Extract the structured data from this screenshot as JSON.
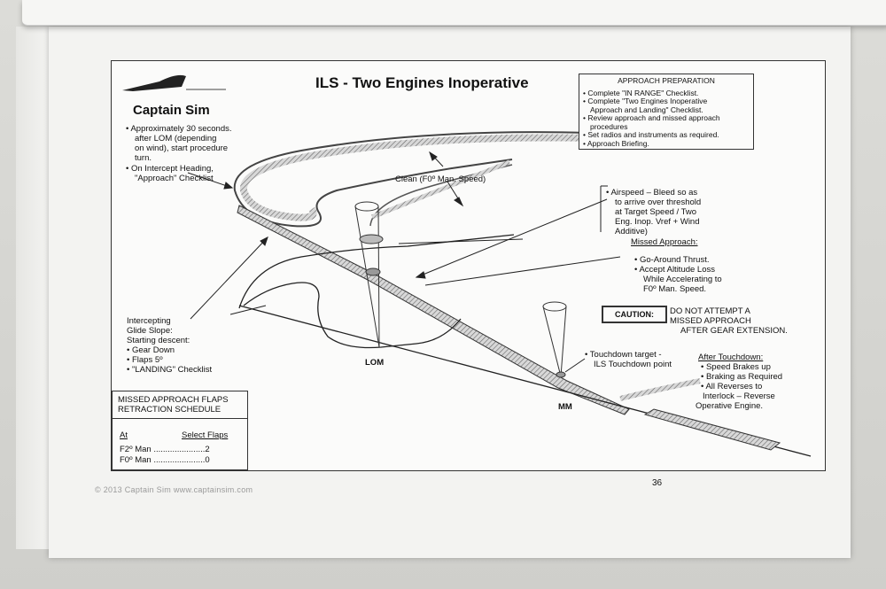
{
  "title": "ILS - Two Engines Inoperative",
  "brand": "Captain Sim",
  "approach_preparation": {
    "header": "APPROACH PREPARATION",
    "items": [
      "Complete \"IN RANGE\" Checklist.",
      "Complete \"Two Engines Inoperative",
      "Approach and Landing\" Checklist.",
      "Review approach and missed approach",
      "procedures",
      "Set radios and instruments as required.",
      "Approach Briefing."
    ]
  },
  "notes": {
    "procedure_turn": [
      "Approximately 30 seconds.",
      "after LOM (depending",
      "on wind), start procedure",
      "turn."
    ],
    "intercept_heading": [
      "On Intercept Heading,",
      "\"Approach\" Checklist"
    ],
    "clean": "Clean (F0º Man. Speed)",
    "airspeed": [
      "Airspeed – Bleed so as",
      "to arrive over threshold",
      "at Target Speed / Two",
      "Eng. Inop. Vref + Wind",
      "Additive)"
    ],
    "missed_approach_title": "Missed Approach:",
    "missed_approach_items": [
      "Go-Around Thrust.",
      "Accept Altitude Loss",
      "While Accelerating to",
      "F0º Man. Speed."
    ],
    "caution_label": "CAUTION:",
    "caution_text": [
      "DO NOT ATTEMPT A",
      "MISSED APPROACH",
      "AFTER GEAR EXTENSION."
    ],
    "glide_slope": [
      "Intercepting",
      "Glide Slope:",
      "Starting descent:"
    ],
    "glide_slope_items": [
      "Gear Down",
      "Flaps 5º",
      "\"LANDING\" Checklist"
    ],
    "touchdown_target": [
      "Touchdown target -",
      "ILS Touchdown point"
    ],
    "after_touchdown_title": "After Touchdown:",
    "after_touchdown_items": [
      "Speed Brakes up",
      "Braking as Required",
      "All Reverses to"
    ],
    "after_touchdown_more": [
      "Interlock – Reverse",
      "Operative Engine."
    ]
  },
  "markers": {
    "lom": "LOM",
    "mm": "MM"
  },
  "flaps_schedule": {
    "header_line1": "MISSED APPROACH FLAPS",
    "header_line2": "RETRACTION SCHEDULE",
    "col_at": "At",
    "col_select": "Select Flaps",
    "rows": [
      {
        "at": "F2º",
        "mode": "Man",
        "dots": "......................",
        "value": "2"
      },
      {
        "at": "F0º",
        "mode": "Man",
        "dots": "......................",
        "value": "0"
      }
    ]
  },
  "page_number": "36",
  "footer": "© 2013 Captain Sim  www.captainsim.com",
  "colors": {
    "ink": "#111111",
    "paper": "#fbfbfa",
    "table": "#d9d9d6"
  }
}
